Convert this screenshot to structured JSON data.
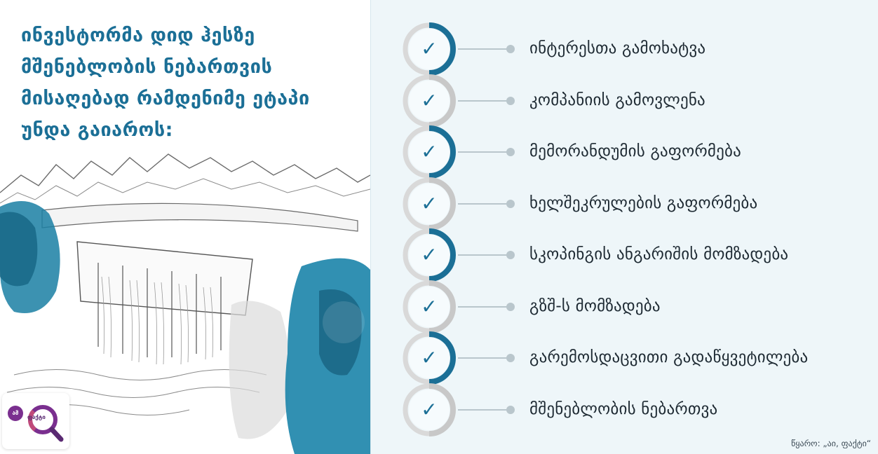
{
  "headline": {
    "lines": [
      "ინვესტორმა დიდ ჰესზე",
      "მშენებლობის ნებართვის",
      "მისაღებად რამდენიმე ეტაპი",
      "უნდა გაიაროს:"
    ]
  },
  "logo": {
    "badge": "ამ",
    "text": "ფაქტი"
  },
  "steps": [
    {
      "icon": "check-icon",
      "check": "✓",
      "label": "ინტერესთა გამოხატვა",
      "accent": "teal"
    },
    {
      "icon": "check-icon",
      "check": "✓",
      "label": "კომპანიის გამოვლენა",
      "accent": "grey"
    },
    {
      "icon": "check-icon",
      "check": "✓",
      "label": "მემორანდუმის გაფორმება",
      "accent": "teal"
    },
    {
      "icon": "check-icon",
      "check": "✓",
      "label": "ხელშეკრულების გაფორმება",
      "accent": "grey"
    },
    {
      "icon": "check-icon",
      "check": "✓",
      "label": "სკოპინგის ანგარიშის მომზადება",
      "accent": "teal"
    },
    {
      "icon": "check-icon",
      "check": "✓",
      "label": "გზშ-ს მომზადება",
      "accent": "grey"
    },
    {
      "icon": "check-icon",
      "check": "✓",
      "label": "გარემოსდაცვითი გადაწყვეტილება",
      "accent": "teal"
    },
    {
      "icon": "check-icon",
      "check": "✓",
      "label": "მშენებლობის ნებართვა",
      "accent": "grey"
    }
  ],
  "source": "წყარო: „აი, ფაქტი“",
  "colors": {
    "accent": "#1b6f96",
    "ring_grey": "#c8c8c8",
    "panel_bg": "#eef6f9",
    "text": "#1e2a33"
  }
}
